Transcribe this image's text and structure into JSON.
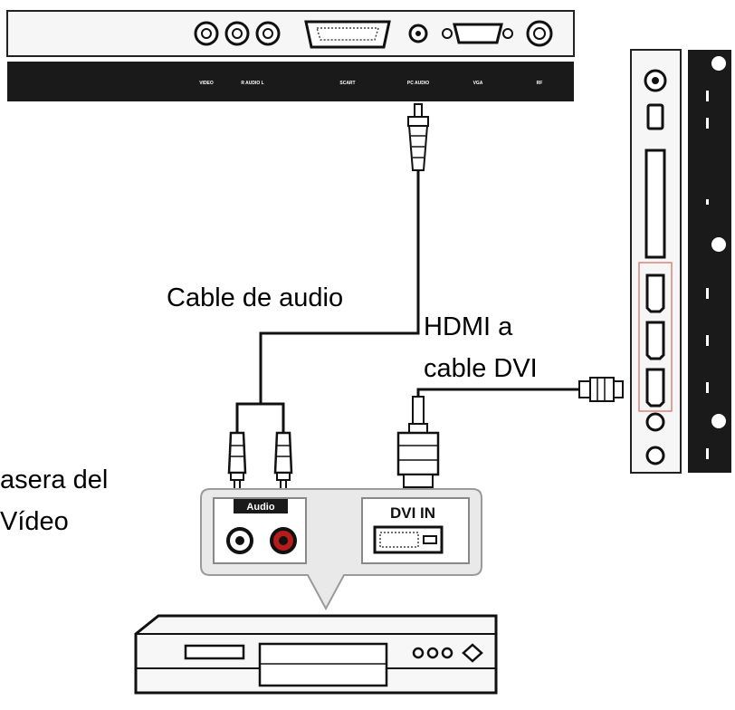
{
  "labels": {
    "audio_cable": "Cable de audio",
    "hdmi_line1": "HDMI a",
    "hdmi_line2": "cable DVI",
    "device_line1": "asera del",
    "device_line2": "Vídeo"
  },
  "tv_back_panel": {
    "ports": [
      "VIDEO",
      "R AUDIO L",
      "SCART",
      "PC AUDIO",
      "VGA",
      "RF"
    ]
  },
  "device_panel": {
    "audio_tag": "Audio",
    "dvi_in": "DVI IN"
  }
}
